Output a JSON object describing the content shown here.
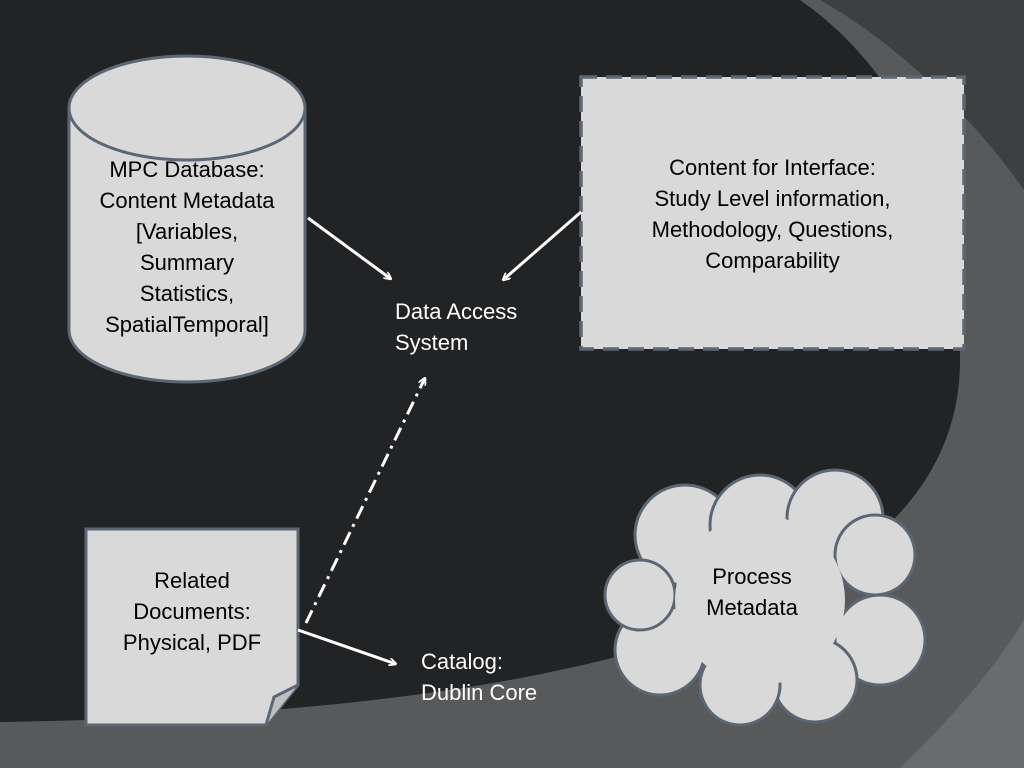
{
  "colors": {
    "background": "#58595b",
    "panel": "#222325",
    "shape_fill": "#d9d9da",
    "shape_stroke": "#5c6773",
    "arrow": "#ffffff"
  },
  "nodes": {
    "database": {
      "shape": "cylinder",
      "lines": [
        "MPC Database:",
        "Content Metadata",
        "[Variables,",
        "Summary",
        "Statistics,",
        "SpatialTemporal]"
      ]
    },
    "interface_content": {
      "shape": "dashed-rectangle",
      "lines": [
        "Content for Interface:",
        "Study Level information,",
        "Methodology, Questions,",
        "Comparability"
      ]
    },
    "data_access": {
      "shape": "text",
      "lines": [
        "Data Access",
        "System"
      ]
    },
    "related_docs": {
      "shape": "folded-note",
      "lines": [
        "Related",
        "Documents:",
        "Physical, PDF"
      ]
    },
    "catalog": {
      "shape": "text",
      "lines": [
        "Catalog:",
        "Dublin Core"
      ]
    },
    "process_metadata": {
      "shape": "cloud",
      "lines": [
        "Process",
        "Metadata"
      ]
    }
  },
  "edges": [
    {
      "from": "database",
      "to": "data_access",
      "style": "solid"
    },
    {
      "from": "interface_content",
      "to": "data_access",
      "style": "solid"
    },
    {
      "from": "related_docs",
      "to": "data_access",
      "style": "dash-dot"
    },
    {
      "from": "related_docs",
      "to": "catalog",
      "style": "solid"
    }
  ]
}
